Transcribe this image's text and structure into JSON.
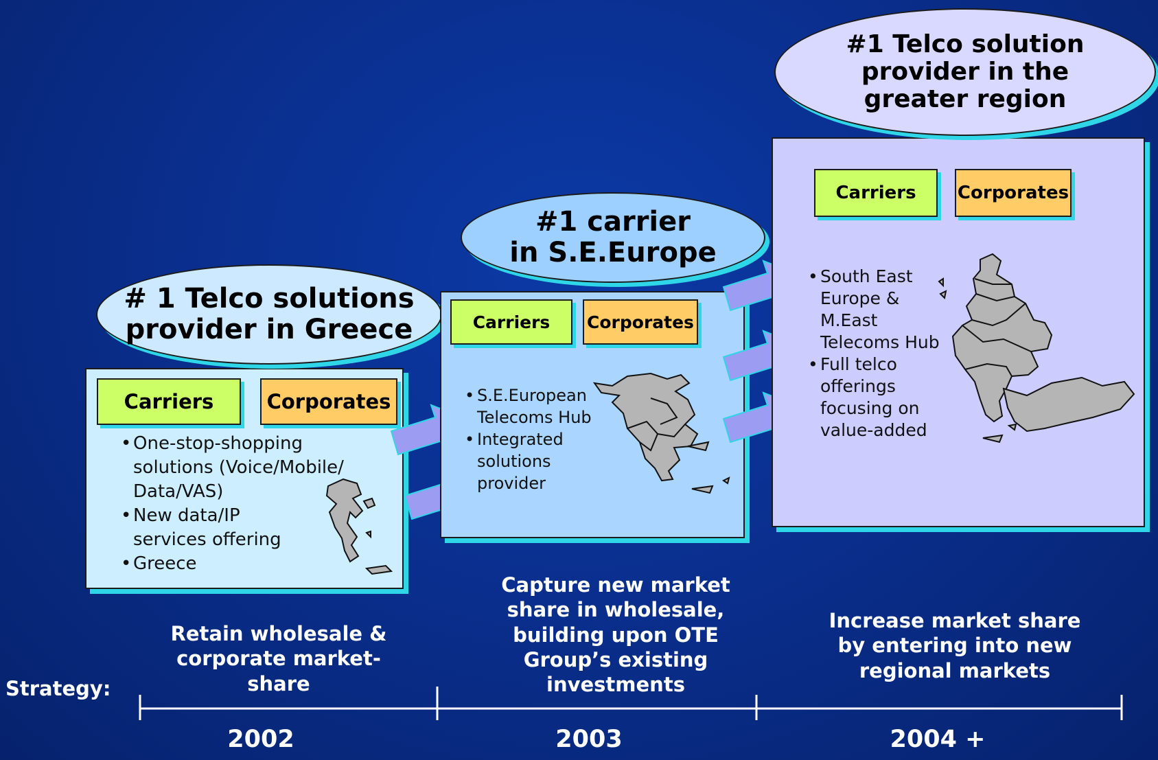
{
  "colors": {
    "background": "#0a2f8f",
    "carriers_tag": "#ccff66",
    "corporates_tag": "#ffcc66",
    "shadow": "#2fd6e8",
    "arrow": "#9c9cf2",
    "map_fill": "#b5b5b5"
  },
  "stages": [
    {
      "goal": [
        "# 1 Telco solutions",
        "provider in Greece"
      ],
      "carriers": "Carriers",
      "corporates": "Corporates",
      "bullets": [
        [
          "One-stop-shopping",
          "solutions (Voice/Mobile/",
          "Data/VAS)"
        ],
        [
          "New data/IP",
          "services offering"
        ],
        [
          "Greece"
        ]
      ],
      "map_icon": "greece-map-icon",
      "strategy": [
        "Retain wholesale &",
        "corporate market-",
        "share"
      ],
      "year": "2002"
    },
    {
      "goal": [
        "#1 carrier",
        "in S.E.Europe"
      ],
      "carriers": "Carriers",
      "corporates": "Corporates",
      "bullets": [
        [
          "S.E.European",
          "Telecoms Hub"
        ],
        [
          "Integrated",
          "solutions",
          "provider"
        ]
      ],
      "map_icon": "balkans-map-icon",
      "strategy": [
        "Capture new market",
        "share in wholesale,",
        "building upon OTE",
        "Group’s existing",
        "investments"
      ],
      "year": "2003"
    },
    {
      "goal": [
        "#1 Telco solution",
        "provider in the",
        "greater region"
      ],
      "carriers": "Carriers",
      "corporates": "Corporates",
      "bullets": [
        [
          "South East",
          "Europe &",
          "M.East",
          "Telecoms Hub"
        ],
        [
          "Full telco",
          "offerings",
          "focusing on",
          "value-added"
        ]
      ],
      "map_icon": "greater-region-map-icon",
      "strategy": [
        "Increase market share",
        "by entering into new",
        "regional markets"
      ],
      "year": "2004 +"
    }
  ],
  "strategy_label": "Strategy:"
}
